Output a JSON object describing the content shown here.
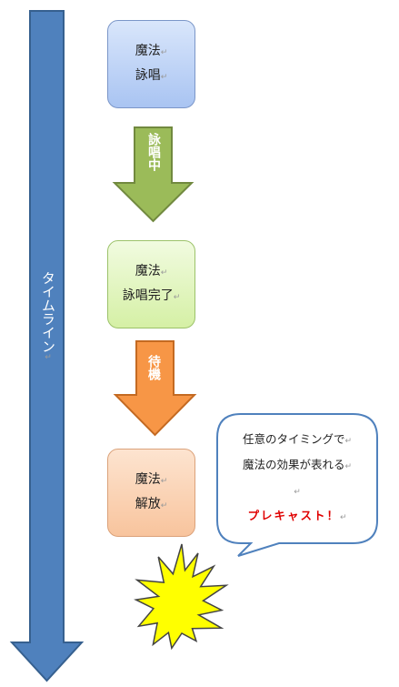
{
  "timeline": {
    "label": "タイムライン",
    "mark": "↵"
  },
  "steps": [
    {
      "lines": [
        "魔法",
        "詠唱"
      ],
      "mark": "↵"
    },
    {
      "lines": [
        "魔法",
        "詠唱完了"
      ],
      "mark": "↵"
    },
    {
      "lines": [
        "魔法",
        "解放"
      ],
      "mark": "↵"
    }
  ],
  "arrows": [
    {
      "label": "詠唱中"
    },
    {
      "label": "待機"
    }
  ],
  "callout": {
    "line1": "任意のタイミングで",
    "line2": "魔法の効果が表れる",
    "blank": "",
    "highlight": "プレキャスト！",
    "mark": "↵"
  },
  "colors": {
    "timeline": "#4f81bd",
    "cast_box": "#a9c4f2",
    "done_box": "#d5f0a5",
    "release_box": "#f8c49d",
    "arrow_casting": "#9bbb59",
    "arrow_waiting": "#f79646",
    "burst": "#ffff00",
    "highlight": "#e00000"
  }
}
